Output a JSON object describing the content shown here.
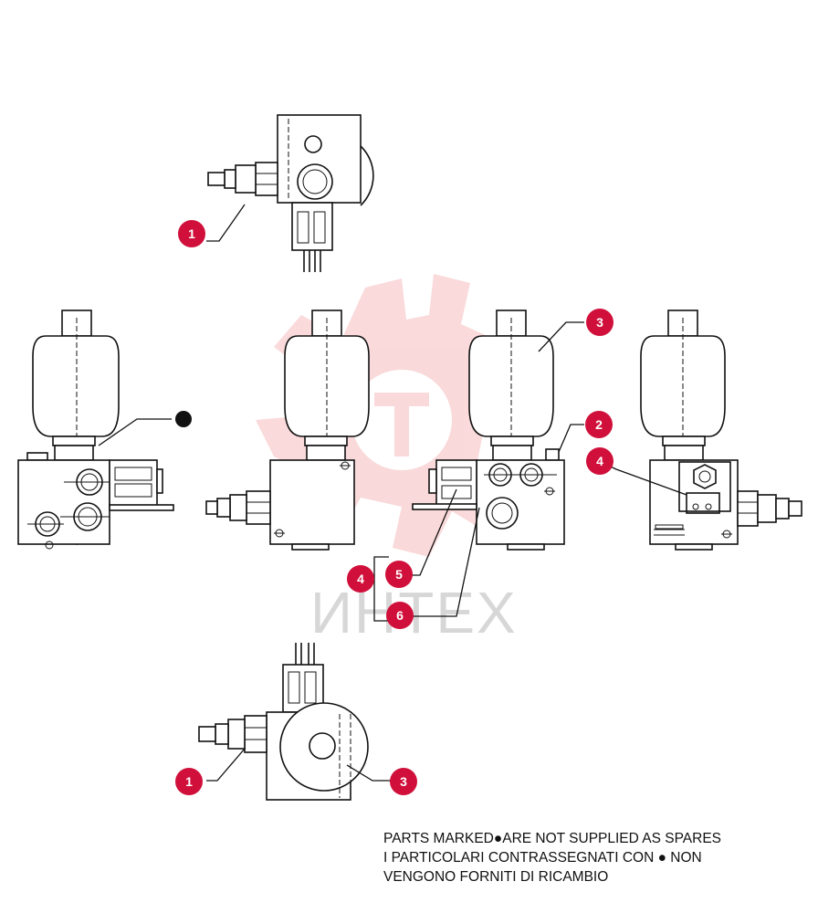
{
  "watermark": {
    "text": "ИНТЕХ",
    "color": "#e8585c"
  },
  "callouts": [
    {
      "id": "c1-top",
      "label": "1"
    },
    {
      "id": "c1-bottom",
      "label": "1"
    },
    {
      "id": "c2",
      "label": "2"
    },
    {
      "id": "c3-top",
      "label": "3"
    },
    {
      "id": "c3-bottom",
      "label": "3"
    },
    {
      "id": "c4-right",
      "label": "4"
    },
    {
      "id": "c4-left",
      "label": "4"
    },
    {
      "id": "c5",
      "label": "5"
    },
    {
      "id": "c6",
      "label": "6"
    }
  ],
  "callout_color": "#d0103a",
  "note": {
    "line1_before": "PARTS MARKED",
    "line1_after": "ARE NOT SUPPLIED AS SPARES",
    "line2_before": "I PARTICOLARI  CONTRASSEGNATI  CON",
    "line2_after": "NON",
    "line3": "VENGONO FORNITI DI RICAMBIO"
  }
}
